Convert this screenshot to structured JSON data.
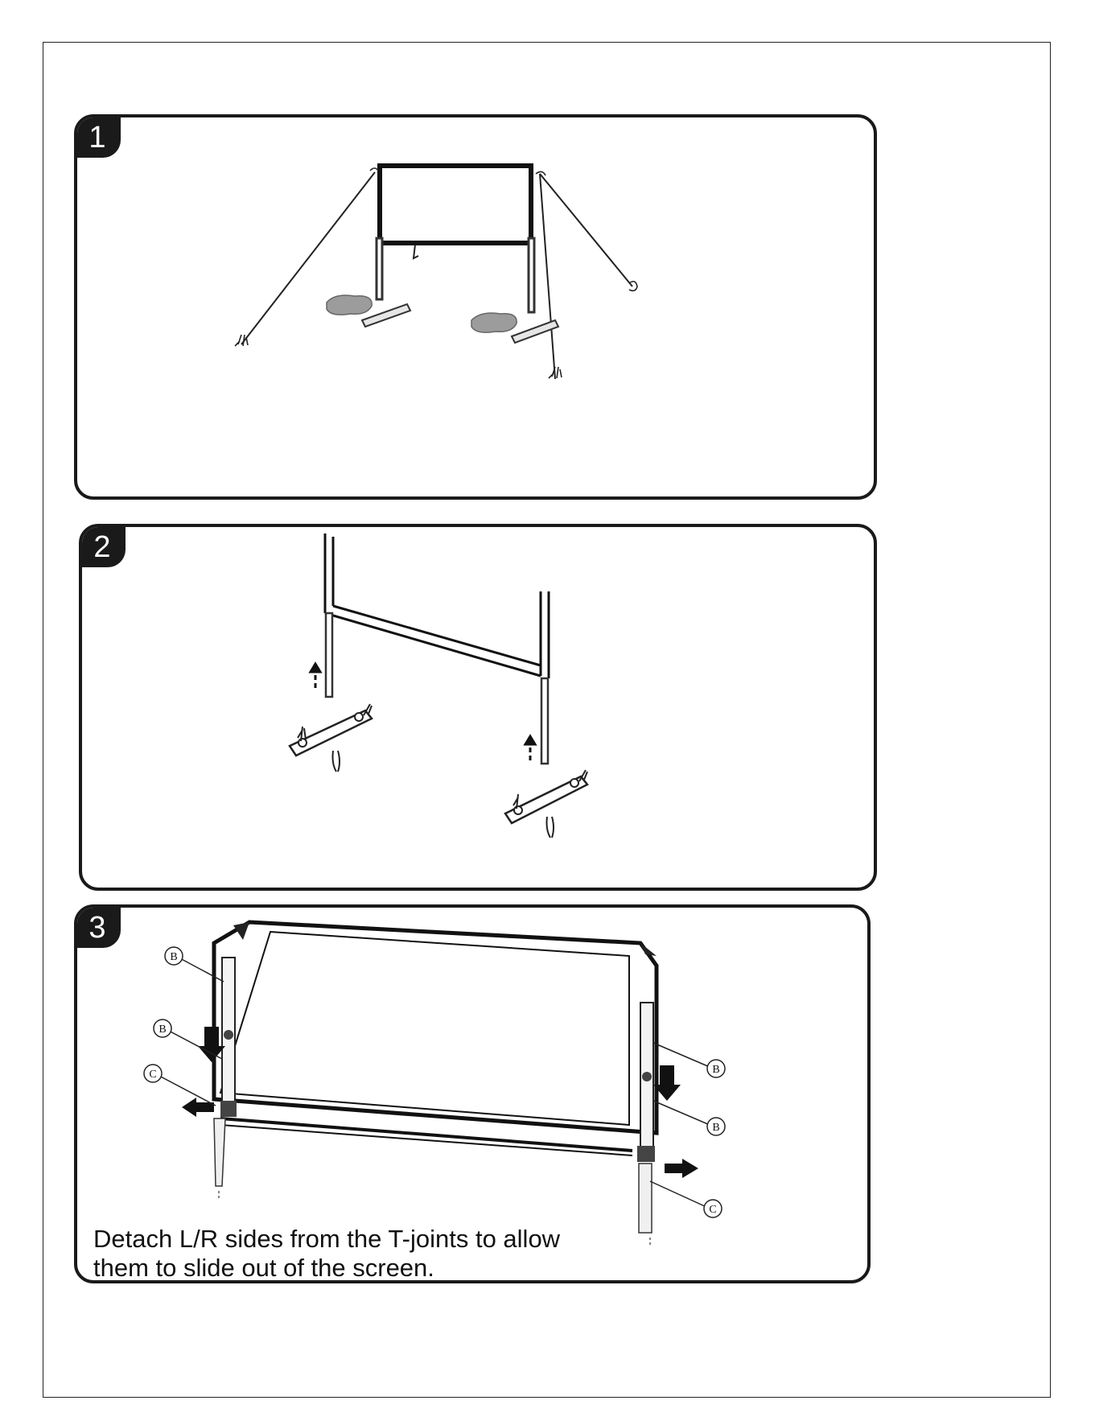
{
  "steps": [
    {
      "number": "1"
    },
    {
      "number": "2"
    },
    {
      "number": "3",
      "caption_line1": "Detach L/R sides from the T-joints to allow",
      "caption_line2": "them to slide out of the screen.",
      "callouts": [
        "B",
        "B",
        "C",
        "B",
        "B",
        "C"
      ]
    }
  ]
}
